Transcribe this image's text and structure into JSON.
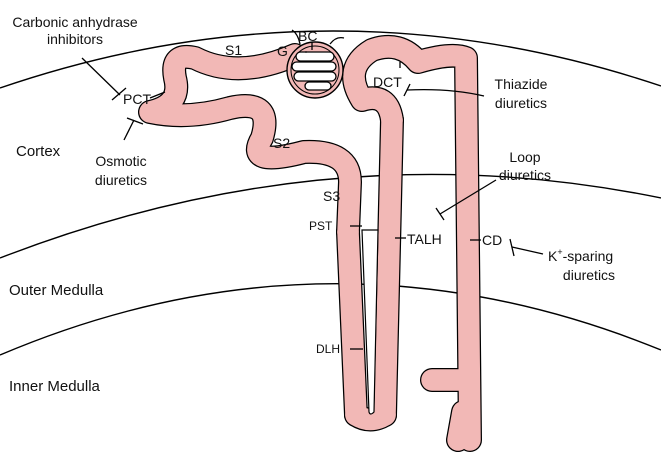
{
  "regions": {
    "cortex": "Cortex",
    "outer_medulla": "Outer Medulla",
    "inner_medulla": "Inner Medulla"
  },
  "segments": {
    "s1": "S1",
    "s2": "S2",
    "s3": "S3",
    "g": "G",
    "bc": "BC",
    "pct": "PCT",
    "pst": "PST",
    "dct": "DCT",
    "talh": "TALH",
    "dlh": "DLH",
    "cd": "CD"
  },
  "drugs": {
    "carbonic_line1": "Carbonic anhydrase",
    "carbonic_line2": "inhibitors",
    "osmotic_line1": "Osmotic",
    "osmotic_line2": "diuretics",
    "thiazide_line1": "Thiazide",
    "thiazide_line2": "diuretics",
    "loop_line1": "Loop",
    "loop_line2": "diuretics",
    "ksparing_k": "K",
    "ksparing_sup": "+",
    "ksparing_rest": "-sparing",
    "ksparing_line2": "diuretics"
  },
  "colors": {
    "tubule_fill": "#f2b8b6",
    "outline": "#000000"
  }
}
